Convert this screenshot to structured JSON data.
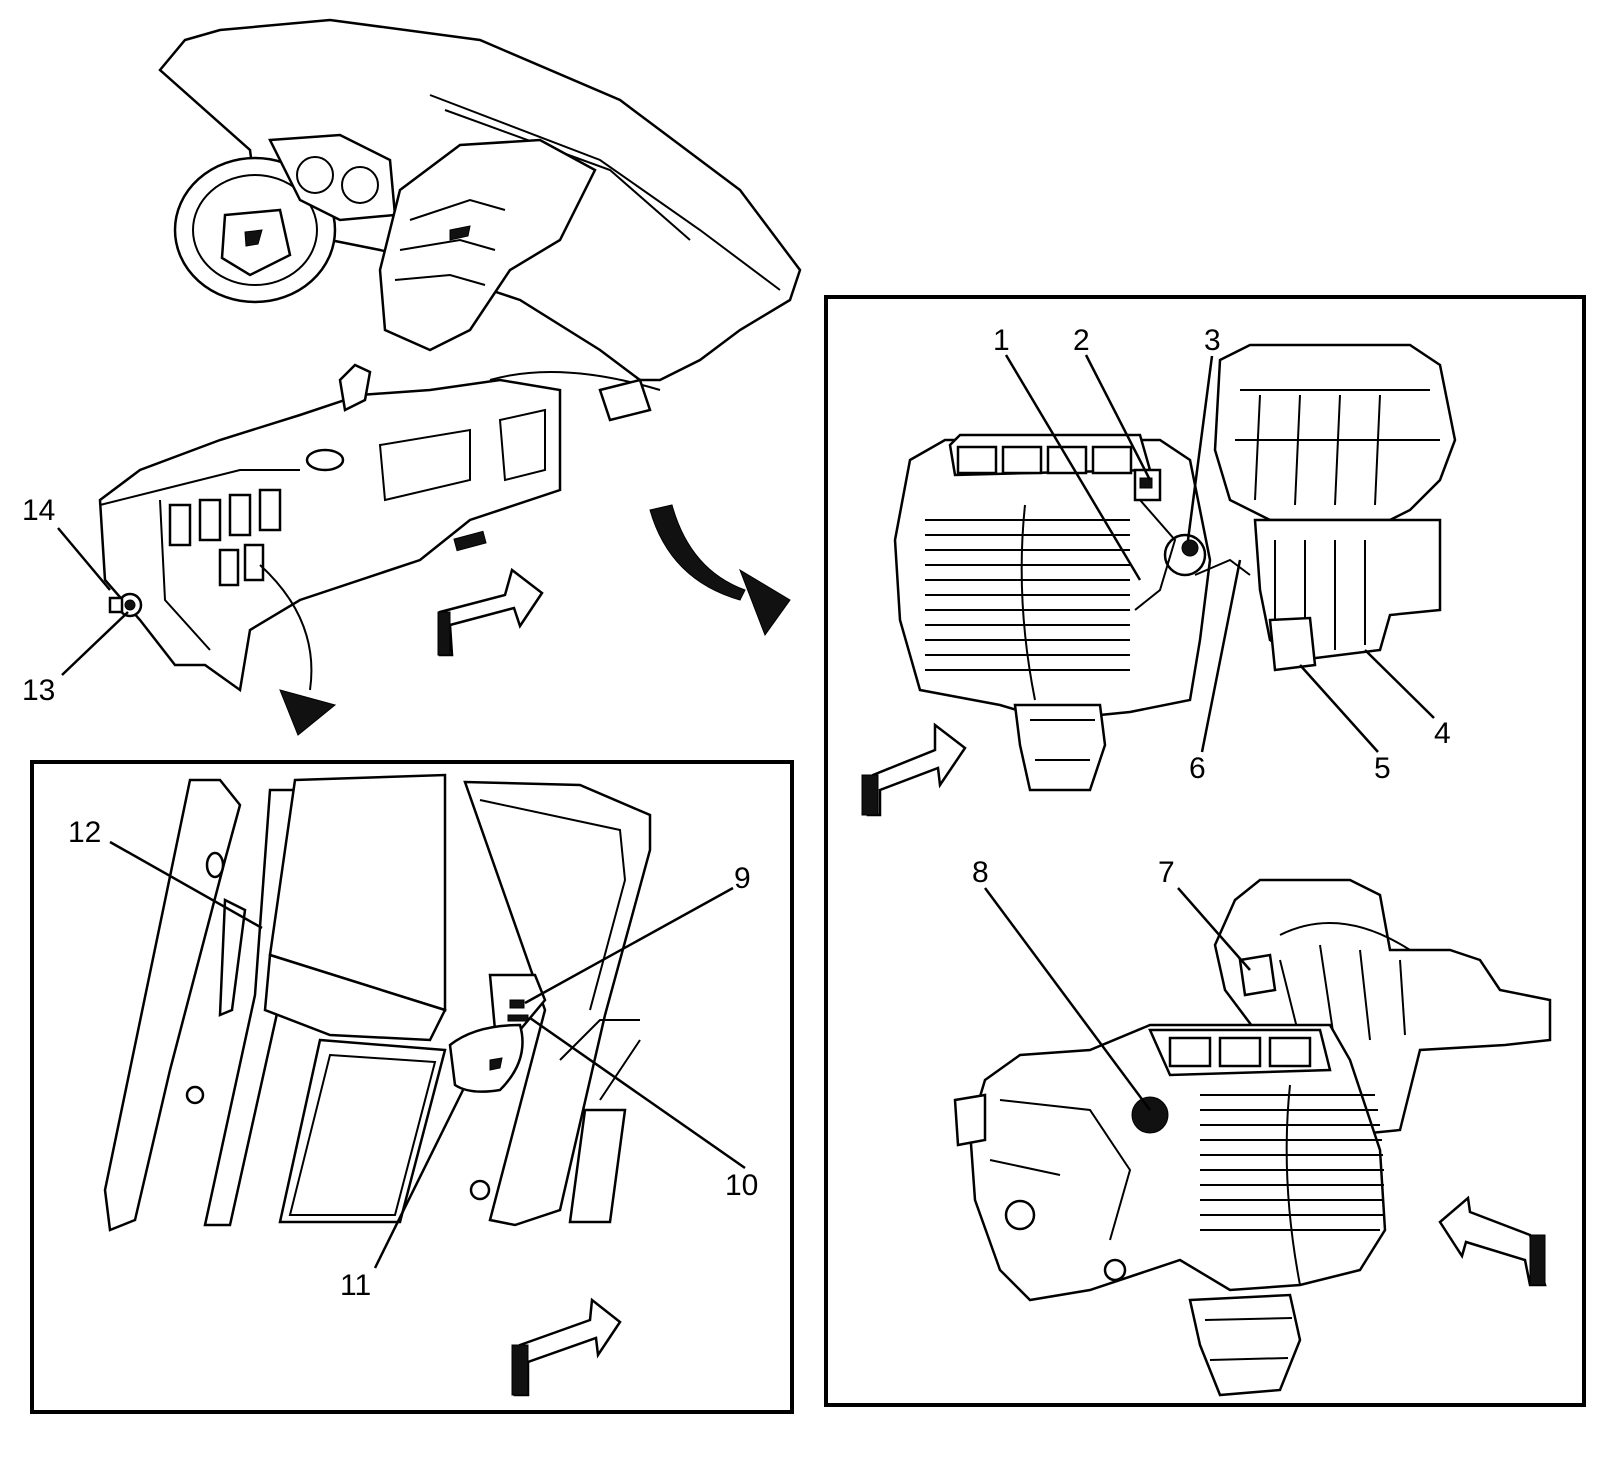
{
  "callouts": {
    "c1": "1",
    "c2": "2",
    "c3": "3",
    "c4": "4",
    "c5": "5",
    "c6": "6",
    "c7": "7",
    "c8": "8",
    "c9": "9",
    "c10": "10",
    "c11": "11",
    "c12": "12",
    "c13": "13",
    "c14": "14"
  },
  "icons": {
    "view-arrow": "block-arrow-icon",
    "detail-arrow": "curved-arrow-icon"
  }
}
